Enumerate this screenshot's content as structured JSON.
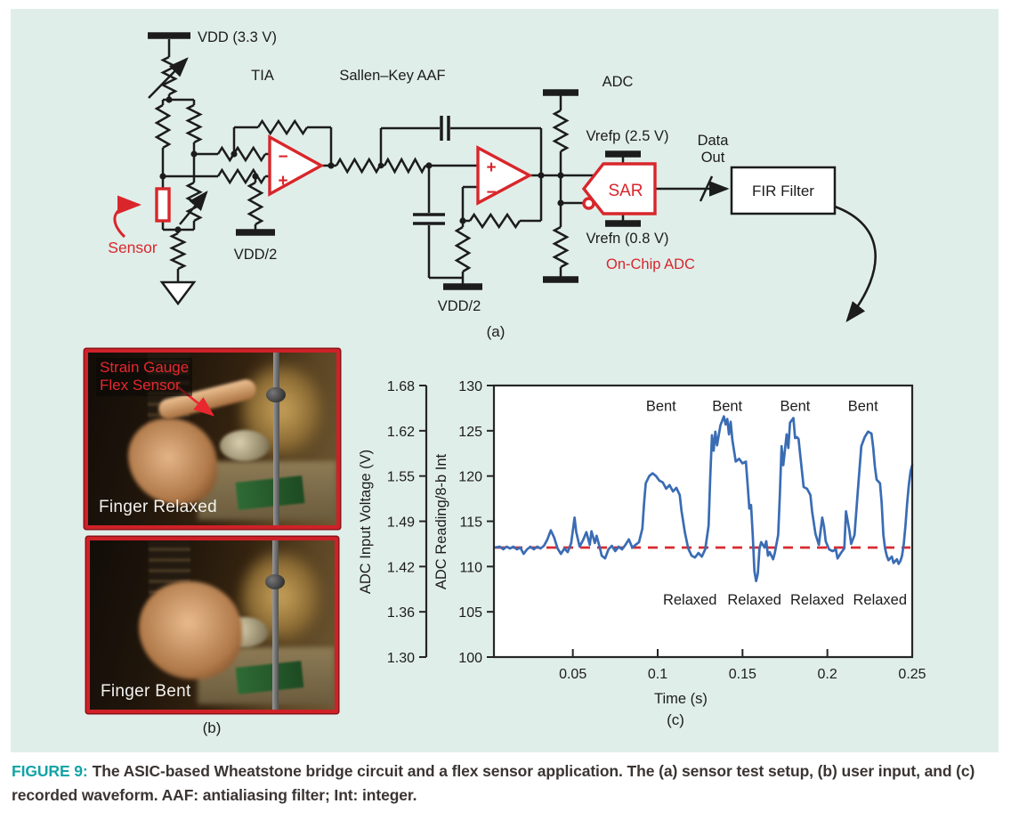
{
  "colors": {
    "panel_bg": "#e0eeea",
    "circuit_red": "#d8262b",
    "wave_blue": "#3a6cb4",
    "baseline_red": "#d92b30",
    "caption_teal": "#14a3a4",
    "ink": "#1c1c1c"
  },
  "circuit": {
    "panel_label": "(a)",
    "vdd_label": "VDD (3.3 V)",
    "tia_label": "TIA",
    "sallen_key_label": "Sallen–Key AAF",
    "adc_label": "ADC",
    "vrefp_label": "Vrefp (2.5 V)",
    "vrefn_label": "Vrefn (0.8 V)",
    "on_chip_label": "On-Chip ADC",
    "sar_label": "SAR",
    "data_out_line1": "Data",
    "data_out_line2": "Out",
    "fir_label": "FIR Filter",
    "sensor_label": "Sensor",
    "vdd2_label_1": "VDD/2",
    "vdd2_label_2": "VDD/2",
    "minus": "−",
    "plus": "+"
  },
  "photos": {
    "panel_label": "(b)",
    "top": {
      "tag_line1": "Strain Gauge",
      "tag_line2": "Flex Sensor",
      "caption": "Finger Relaxed"
    },
    "bottom": {
      "caption": "Finger Bent"
    }
  },
  "chart_data": {
    "type": "line",
    "xlabel": "Time (s)",
    "ylabel_left": "ADC Input Voltage (V)",
    "ylabel_right": "ADC Reading/8-b Int",
    "panel_label": "(c)",
    "xlim": [
      0.0035,
      0.25
    ],
    "ylim": [
      100,
      130
    ],
    "x_ticks": [
      0.05,
      0.1,
      0.15,
      0.2,
      0.25
    ],
    "x_tick_labels": [
      "0.05",
      "0.1",
      "0.15",
      "0.2",
      "0.25"
    ],
    "voltage_ticks": [
      "1.68",
      "1.62",
      "1.55",
      "1.49",
      "1.42",
      "1.36",
      "1.30"
    ],
    "reading_ticks": [
      "130",
      "125",
      "120",
      "115",
      "110",
      "105",
      "100"
    ],
    "baseline": {
      "value": 112.1,
      "color": "#d92b30",
      "style": "dashed"
    },
    "annotations": {
      "bent": {
        "label": "Bent",
        "t": [
          0.102,
          0.141,
          0.181,
          0.221
        ],
        "value": 127.2
      },
      "relaxed": {
        "label": "Relaxed",
        "t": [
          0.119,
          0.157,
          0.194,
          0.231
        ],
        "value": 105.8
      }
    },
    "series": [
      {
        "name": "ADC reading",
        "color": "#3a6cb4",
        "points": [
          [
            0.004,
            112.1
          ],
          [
            0.007,
            112.2
          ],
          [
            0.009,
            111.9
          ],
          [
            0.011,
            112.2
          ],
          [
            0.013,
            112.0
          ],
          [
            0.015,
            112.2
          ],
          [
            0.017,
            111.9
          ],
          [
            0.019,
            112.1
          ],
          [
            0.021,
            111.4
          ],
          [
            0.023,
            111.9
          ],
          [
            0.025,
            112.2
          ],
          [
            0.027,
            111.9
          ],
          [
            0.029,
            112.2
          ],
          [
            0.031,
            112.0
          ],
          [
            0.033,
            112.3
          ],
          [
            0.035,
            113.0
          ],
          [
            0.037,
            114.0
          ],
          [
            0.039,
            113.2
          ],
          [
            0.041,
            112.0
          ],
          [
            0.043,
            111.4
          ],
          [
            0.045,
            112.0
          ],
          [
            0.047,
            111.6
          ],
          [
            0.049,
            112.6
          ],
          [
            0.05,
            114.0
          ],
          [
            0.051,
            115.4
          ],
          [
            0.052,
            113.8
          ],
          [
            0.054,
            112.2
          ],
          [
            0.056,
            112.9
          ],
          [
            0.058,
            113.8
          ],
          [
            0.06,
            112.4
          ],
          [
            0.061,
            113.9
          ],
          [
            0.063,
            112.6
          ],
          [
            0.064,
            113.4
          ],
          [
            0.066,
            112.0
          ],
          [
            0.067,
            111.2
          ],
          [
            0.069,
            110.9
          ],
          [
            0.071,
            111.9
          ],
          [
            0.073,
            112.3
          ],
          [
            0.075,
            111.7
          ],
          [
            0.077,
            112.2
          ],
          [
            0.079,
            111.9
          ],
          [
            0.081,
            112.4
          ],
          [
            0.083,
            113.0
          ],
          [
            0.085,
            112.1
          ],
          [
            0.087,
            112.4
          ],
          [
            0.089,
            112.7
          ],
          [
            0.091,
            114.2
          ],
          [
            0.092,
            117.0
          ],
          [
            0.093,
            119.2
          ],
          [
            0.095,
            120.0
          ],
          [
            0.097,
            120.3
          ],
          [
            0.099,
            120.0
          ],
          [
            0.101,
            119.5
          ],
          [
            0.103,
            119.3
          ],
          [
            0.105,
            118.6
          ],
          [
            0.107,
            119.0
          ],
          [
            0.109,
            118.3
          ],
          [
            0.111,
            118.7
          ],
          [
            0.113,
            117.9
          ],
          [
            0.114,
            116.2
          ],
          [
            0.116,
            113.8
          ],
          [
            0.118,
            112.0
          ],
          [
            0.12,
            111.2
          ],
          [
            0.122,
            111.0
          ],
          [
            0.124,
            111.5
          ],
          [
            0.126,
            111.1
          ],
          [
            0.128,
            111.9
          ],
          [
            0.13,
            114.5
          ],
          [
            0.131,
            120.0
          ],
          [
            0.132,
            124.5
          ],
          [
            0.133,
            122.8
          ],
          [
            0.134,
            124.9
          ],
          [
            0.135,
            123.4
          ],
          [
            0.137,
            125.6
          ],
          [
            0.139,
            126.6
          ],
          [
            0.14,
            125.7
          ],
          [
            0.141,
            126.3
          ],
          [
            0.142,
            124.6
          ],
          [
            0.143,
            126.0
          ],
          [
            0.144,
            124.0
          ],
          [
            0.146,
            121.6
          ],
          [
            0.148,
            121.9
          ],
          [
            0.15,
            121.4
          ],
          [
            0.152,
            121.6
          ],
          [
            0.153,
            119.0
          ],
          [
            0.154,
            116.4
          ],
          [
            0.155,
            116.8
          ],
          [
            0.156,
            113.5
          ],
          [
            0.157,
            109.5
          ],
          [
            0.158,
            108.4
          ],
          [
            0.159,
            109.2
          ],
          [
            0.16,
            112.0
          ],
          [
            0.161,
            112.7
          ],
          [
            0.163,
            112.1
          ],
          [
            0.164,
            112.8
          ],
          [
            0.165,
            111.2
          ],
          [
            0.166,
            111.6
          ],
          [
            0.168,
            110.8
          ],
          [
            0.169,
            111.5
          ],
          [
            0.171,
            113.5
          ],
          [
            0.172,
            118.0
          ],
          [
            0.173,
            123.3
          ],
          [
            0.174,
            121.2
          ],
          [
            0.176,
            124.6
          ],
          [
            0.177,
            123.1
          ],
          [
            0.178,
            125.9
          ],
          [
            0.18,
            126.4
          ],
          [
            0.181,
            124.2
          ],
          [
            0.182,
            124.3
          ],
          [
            0.183,
            124.1
          ],
          [
            0.184,
            122.3
          ],
          [
            0.186,
            118.8
          ],
          [
            0.188,
            118.6
          ],
          [
            0.19,
            117.9
          ],
          [
            0.191,
            116.1
          ],
          [
            0.193,
            113.6
          ],
          [
            0.195,
            112.4
          ],
          [
            0.197,
            115.4
          ],
          [
            0.198,
            114.4
          ],
          [
            0.199,
            112.8
          ],
          [
            0.201,
            111.9
          ],
          [
            0.203,
            111.7
          ],
          [
            0.205,
            111.9
          ],
          [
            0.206,
            110.9
          ],
          [
            0.208,
            111.5
          ],
          [
            0.21,
            112.0
          ],
          [
            0.211,
            116.1
          ],
          [
            0.213,
            113.9
          ],
          [
            0.214,
            112.5
          ],
          [
            0.216,
            113.5
          ],
          [
            0.218,
            118.5
          ],
          [
            0.22,
            123.3
          ],
          [
            0.222,
            124.3
          ],
          [
            0.224,
            124.9
          ],
          [
            0.226,
            124.7
          ],
          [
            0.227,
            123.2
          ],
          [
            0.228,
            121.0
          ],
          [
            0.229,
            119.6
          ],
          [
            0.231,
            119.2
          ],
          [
            0.232,
            117.0
          ],
          [
            0.233,
            113.5
          ],
          [
            0.234,
            112.0
          ],
          [
            0.235,
            111.2
          ],
          [
            0.236,
            110.7
          ],
          [
            0.238,
            111.1
          ],
          [
            0.239,
            110.4
          ],
          [
            0.241,
            110.8
          ],
          [
            0.242,
            110.3
          ],
          [
            0.243,
            110.6
          ],
          [
            0.244,
            111.2
          ],
          [
            0.245,
            112.5
          ],
          [
            0.246,
            114.5
          ],
          [
            0.247,
            117.0
          ],
          [
            0.248,
            119.0
          ],
          [
            0.249,
            120.5
          ],
          [
            0.25,
            121.2
          ]
        ]
      }
    ]
  },
  "caption": {
    "label": "FIGURE 9:",
    "text": "The ASIC-based Wheatstone bridge circuit and a flex sensor application. The (a) sensor test setup, (b) user input, and (c) recorded waveform. AAF: antialiasing filter; Int: integer."
  }
}
